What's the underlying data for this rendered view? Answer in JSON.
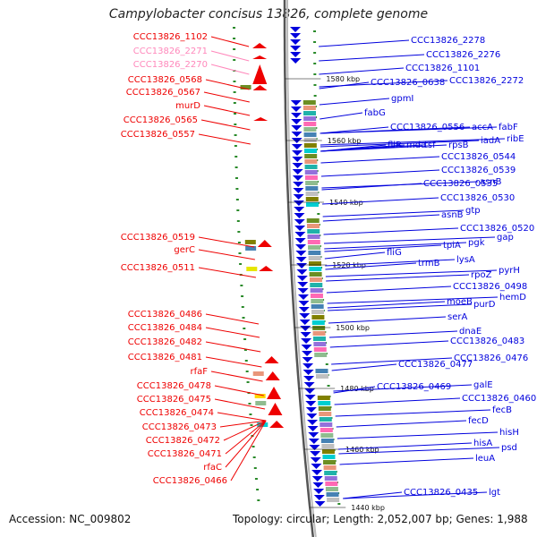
{
  "title": "Campylobacter concisus 13826, complete genome",
  "accession_text": "Accession: NC_009802",
  "topology_text": "Topology: circular; Length: 2,052,007 bp; Genes: 1,988",
  "colors": {
    "left_strand": "#ee0000",
    "pseudo": "#ff88bb",
    "right_strand": "#0000dd",
    "backbone": "#7a7a7a"
  },
  "kbp_ticks": [
    "1580 kbp",
    "1560 kbp",
    "1540 kbp",
    "1520 kbp",
    "1500 kbp",
    "1480 kbp",
    "1460 kbp",
    "1440 kbp"
  ],
  "left_labels": [
    {
      "text": "CCC13826_1102",
      "color": "red"
    },
    {
      "text": "CCC13826_2271",
      "color": "pink"
    },
    {
      "text": "CCC13826_2270",
      "color": "pink"
    },
    {
      "text": "CCC13826_0568",
      "color": "red"
    },
    {
      "text": "CCC13826_0567",
      "color": "red"
    },
    {
      "text": "murD",
      "color": "red"
    },
    {
      "text": "CCC13826_0565",
      "color": "red"
    },
    {
      "text": "CCC13826_0557",
      "color": "red"
    },
    {
      "text": "CCC13826_0519",
      "color": "red"
    },
    {
      "text": "gerC",
      "color": "red"
    },
    {
      "text": "CCC13826_0511",
      "color": "red"
    },
    {
      "text": "CCC13826_0486",
      "color": "red"
    },
    {
      "text": "CCC13826_0484",
      "color": "red"
    },
    {
      "text": "CCC13826_0482",
      "color": "red"
    },
    {
      "text": "CCC13826_0481",
      "color": "red"
    },
    {
      "text": "rfaF",
      "color": "red"
    },
    {
      "text": "CCC13826_0478",
      "color": "red"
    },
    {
      "text": "CCC13826_0475",
      "color": "red"
    },
    {
      "text": "CCC13826_0474",
      "color": "red"
    },
    {
      "text": "CCC13826_0473",
      "color": "red"
    },
    {
      "text": "CCC13826_0472",
      "color": "red"
    },
    {
      "text": "CCC13826_0471",
      "color": "red"
    },
    {
      "text": "rfaC",
      "color": "red"
    },
    {
      "text": "CCC13826_0466",
      "color": "red"
    }
  ],
  "right_labels": [
    {
      "text": "CCC13826_2278"
    },
    {
      "text": "CCC13826_2276"
    },
    {
      "text": "CCC13826_1101"
    },
    {
      "text": "CCC13826_0638"
    },
    {
      "text": "CCC13826_2272"
    },
    {
      "text": "gpmI"
    },
    {
      "text": "fabG"
    },
    {
      "text": "CCC13826_0556"
    },
    {
      "text": "accA"
    },
    {
      "text": "fabF"
    },
    {
      "text": "fliR"
    },
    {
      "text": "mda"
    },
    {
      "text": "tsf"
    },
    {
      "text": "rpsB"
    },
    {
      "text": "iadA"
    },
    {
      "text": "ribE"
    },
    {
      "text": "CCC13826_0544"
    },
    {
      "text": "CCC13826_0539"
    },
    {
      "text": "CCC13826_0535"
    },
    {
      "text": "asnB"
    },
    {
      "text": "CCC13826_0530"
    },
    {
      "text": "gtp"
    },
    {
      "text": "asnB"
    },
    {
      "text": "CCC13826_0520"
    },
    {
      "text": "gap"
    },
    {
      "text": "tpiA"
    },
    {
      "text": "pgk"
    },
    {
      "text": "fliG"
    },
    {
      "text": "lysA"
    },
    {
      "text": "trmB"
    },
    {
      "text": "rpoZ"
    },
    {
      "text": "pyrH"
    },
    {
      "text": "CCC13826_0498"
    },
    {
      "text": "moeB"
    },
    {
      "text": "hemD"
    },
    {
      "text": "purD"
    },
    {
      "text": "serA"
    },
    {
      "text": "dnaE"
    },
    {
      "text": "CCC13826_0483"
    },
    {
      "text": "CCC13826_0476"
    },
    {
      "text": "CCC13826_0477"
    },
    {
      "text": "galE"
    },
    {
      "text": "CCC13826_0469"
    },
    {
      "text": "CCC13826_0460"
    },
    {
      "text": "fecB"
    },
    {
      "text": "fecD"
    },
    {
      "text": "hisH"
    },
    {
      "text": "hisA"
    },
    {
      "text": "psd"
    },
    {
      "text": "leuA"
    },
    {
      "text": "CCC13826_0435"
    },
    {
      "text": "lgt"
    }
  ]
}
